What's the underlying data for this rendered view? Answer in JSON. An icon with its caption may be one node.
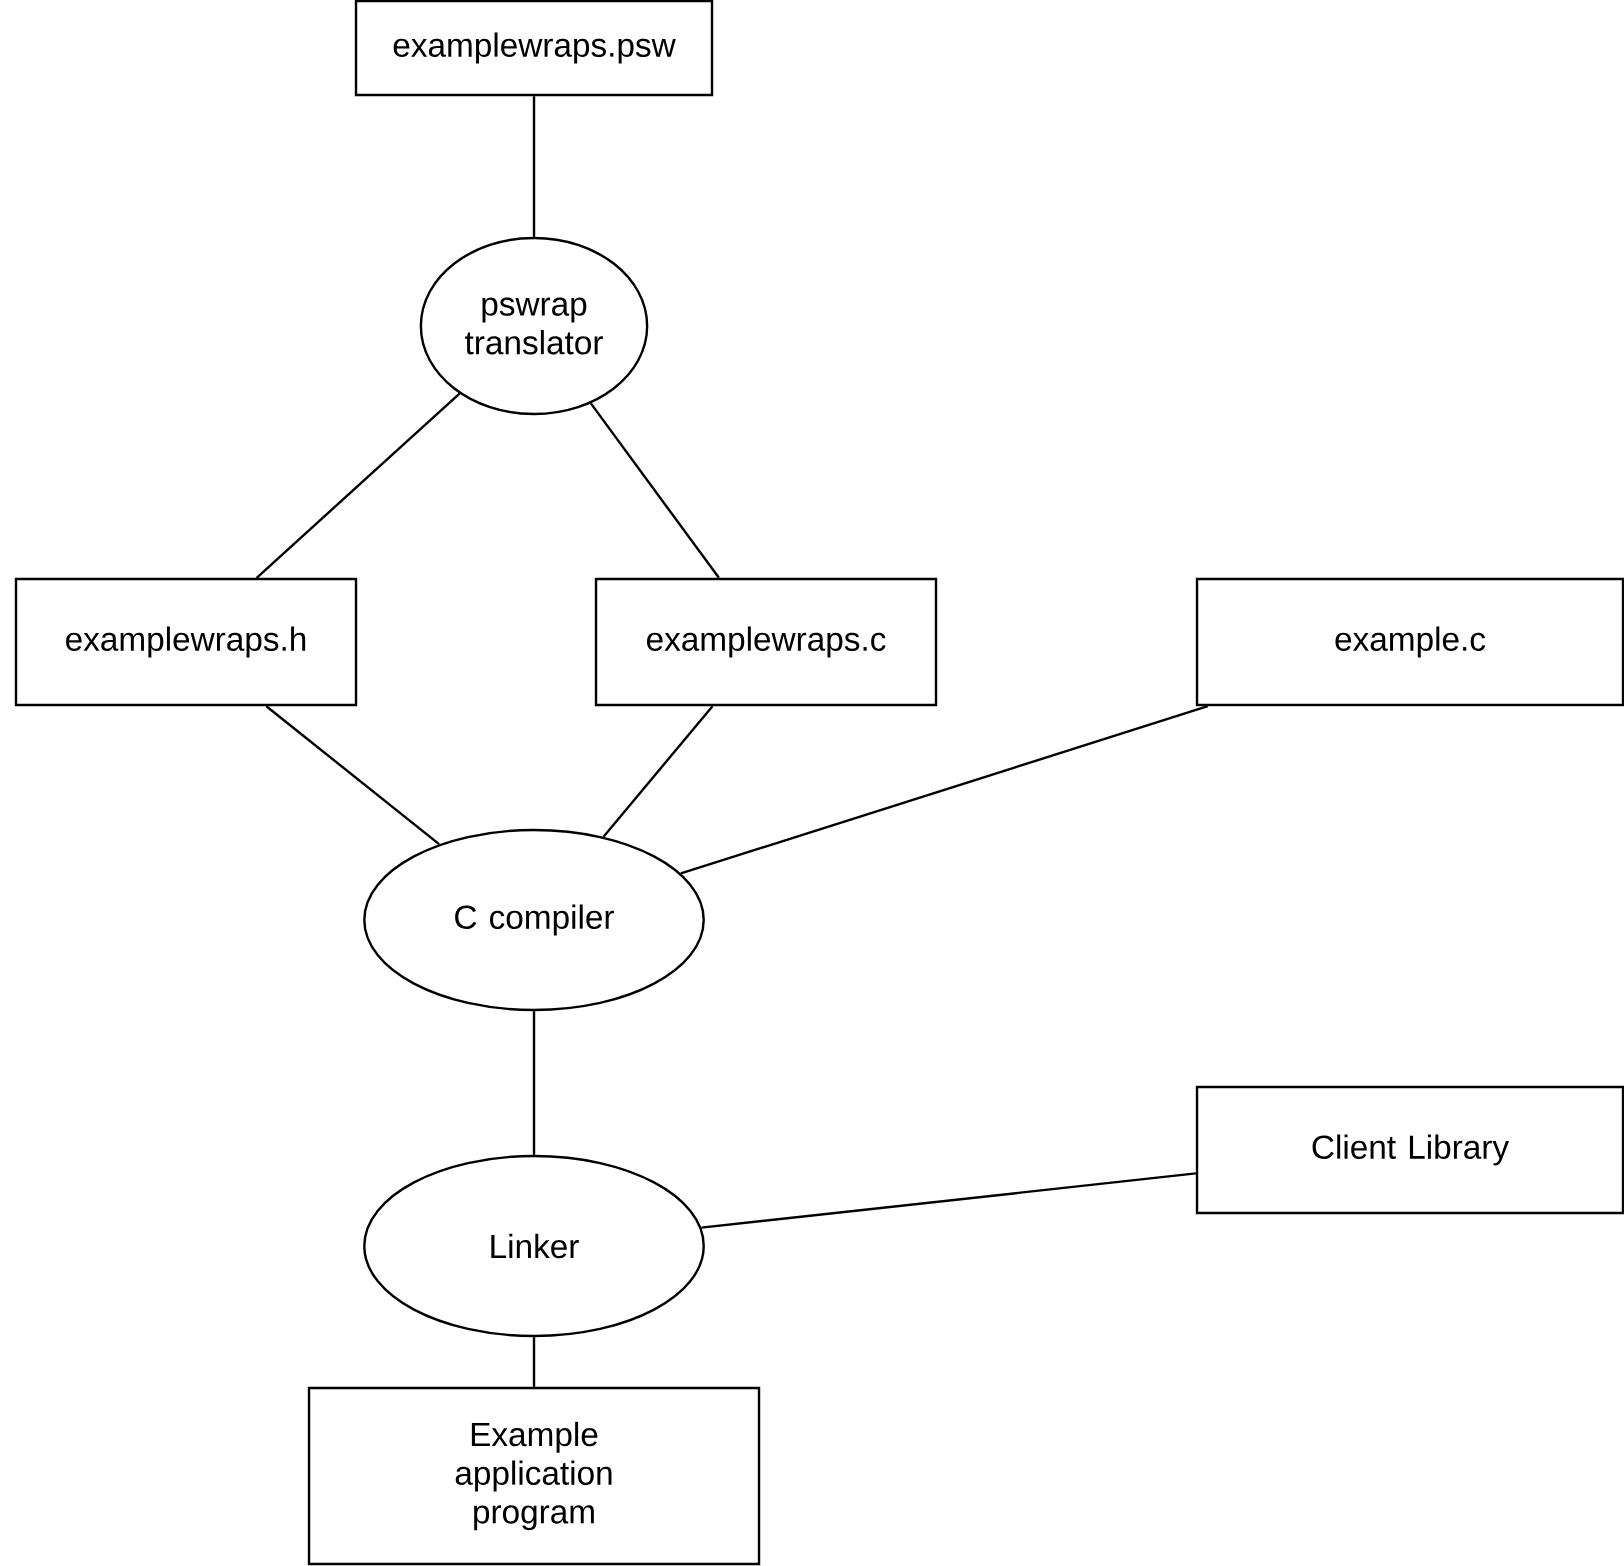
{
  "diagram": {
    "nodes": [
      {
        "text": [
          "examplewraps.psw"
        ]
      },
      {
        "text": [
          "pswrap translator"
        ]
      },
      {
        "text": [
          "examplewraps.h"
        ]
      },
      {
        "text": [
          "examplewraps.c"
        ]
      },
      {
        "text": [
          "example.c"
        ]
      },
      {
        "text": [
          "C compiler"
        ]
      },
      {
        "text": [
          "Client Library"
        ]
      },
      {
        "text": [
          "Linker"
        ]
      },
      {
        "text": [
          "Example application program"
        ]
      }
    ],
    "edges": [
      {
        "from": 0,
        "to": 1,
        "arrow": "none"
      },
      {
        "from": 1,
        "to": 2,
        "arrow": "none"
      },
      {
        "from": 1,
        "to": 3,
        "arrow": "none"
      },
      {
        "from": 2,
        "to": 5,
        "arrow": "none"
      },
      {
        "from": 3,
        "to": 5,
        "arrow": "none"
      },
      {
        "from": 4,
        "to": 5,
        "arrow": "none"
      },
      {
        "from": 5,
        "to": 7,
        "arrow": "none"
      },
      {
        "from": 6,
        "to": 7,
        "arrow": "none"
      },
      {
        "from": 7,
        "to": 8,
        "arrow": "none"
      }
    ]
  }
}
